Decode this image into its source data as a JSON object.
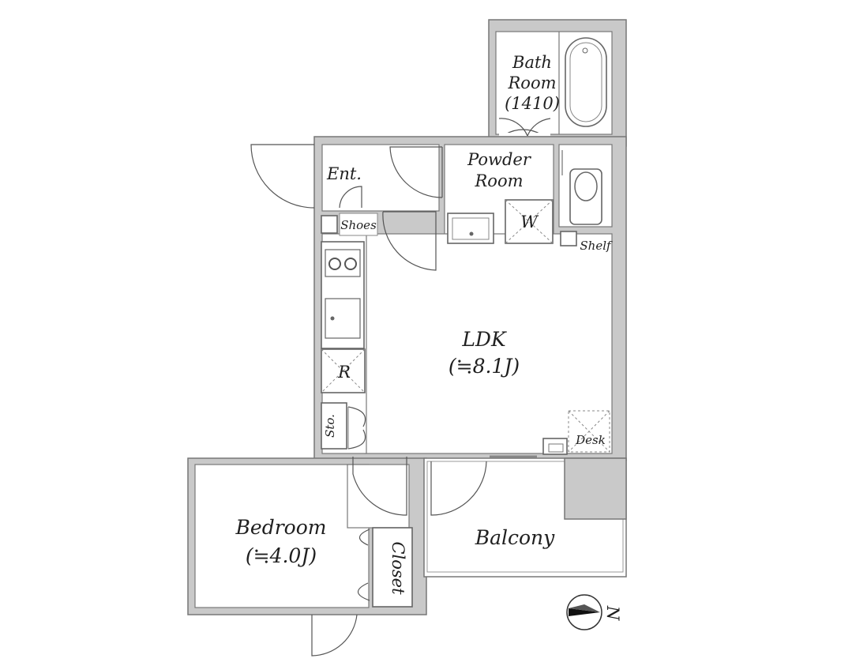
{
  "rooms": {
    "bath_line1": "Bath",
    "bath_line2": "Room",
    "bath_line3": "(1410)",
    "powder_line1": "Powder",
    "powder_line2": "Room",
    "ent": "Ent.",
    "shoes": "Shoes",
    "w": "W",
    "shelf": "Shelf",
    "ldk": "LDK",
    "ldk_size": "(≒8.1J)",
    "r": "R",
    "sto": "Sto.",
    "desk": "Desk",
    "bedroom": "Bedroom",
    "bedroom_size": "(≒4.0J)",
    "closet": "Closet",
    "balcony": "Balcony"
  },
  "compass": {
    "label": "N"
  },
  "colors": {
    "wall": "#c9c9c9",
    "line": "#777777",
    "fill": "#ffffff"
  }
}
